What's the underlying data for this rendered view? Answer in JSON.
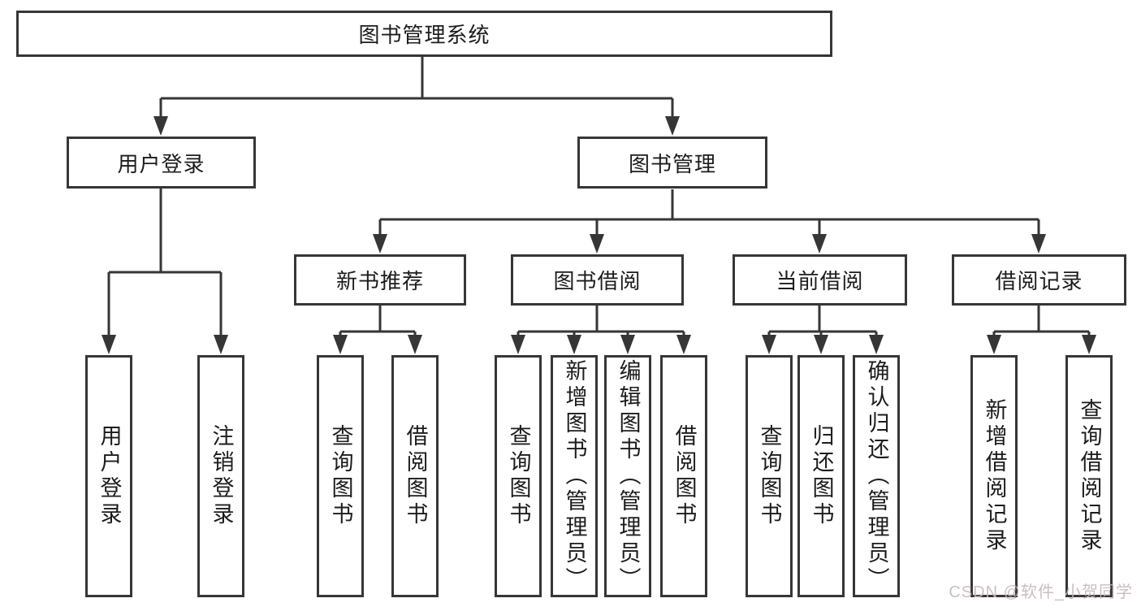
{
  "diagram": {
    "root": {
      "label": "图书管理系统"
    },
    "level2": [
      {
        "label": "用户登录"
      },
      {
        "label": "图书管理"
      }
    ],
    "level3": [
      {
        "label": "新书推荐",
        "parent": "图书管理"
      },
      {
        "label": "图书借阅",
        "parent": "图书管理"
      },
      {
        "label": "当前借阅",
        "parent": "图书管理"
      },
      {
        "label": "借阅记录",
        "parent": "图书管理"
      }
    ],
    "leaves": [
      {
        "label": "用户登录",
        "parent": "用户登录"
      },
      {
        "label": "注销登录",
        "parent": "用户登录"
      },
      {
        "label": "查询图书",
        "parent": "新书推荐"
      },
      {
        "label": "借阅图书",
        "parent": "新书推荐"
      },
      {
        "label": "查询图书",
        "parent": "图书借阅"
      },
      {
        "label": "新增图书（管理员）",
        "parent": "图书借阅"
      },
      {
        "label": "编辑图书（管理员）",
        "parent": "图书借阅"
      },
      {
        "label": "借阅图书",
        "parent": "图书借阅"
      },
      {
        "label": "查询图书",
        "parent": "当前借阅"
      },
      {
        "label": "归还图书",
        "parent": "当前借阅"
      },
      {
        "label": "确认归还（管理员）",
        "parent": "当前借阅"
      },
      {
        "label": "新增借阅记录",
        "parent": "借阅记录"
      },
      {
        "label": "查询借阅记录",
        "parent": "借阅记录"
      }
    ],
    "line_color": "#363636",
    "text_color": "#1c1c1c",
    "background_color": "#ffffff"
  },
  "watermark": {
    "text": "CSDN @软件_小贺同学",
    "color": "#c6b8b8"
  }
}
